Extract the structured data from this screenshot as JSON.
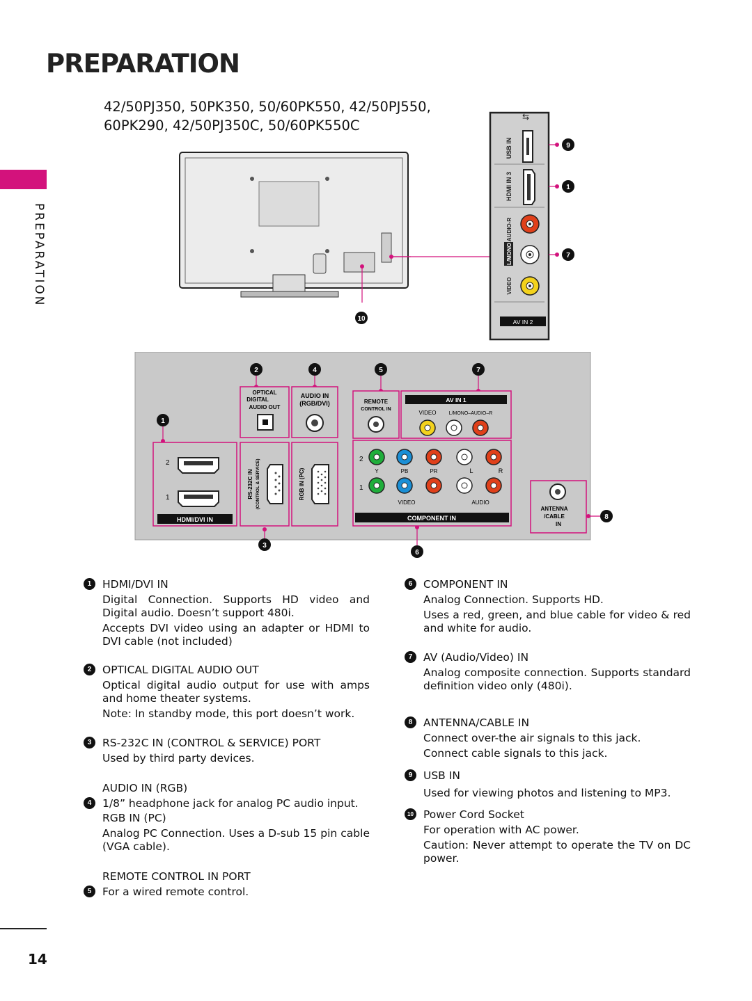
{
  "page": {
    "title": "PREPARATION",
    "models_line1": "42/50PJ350, 50PK350,  50/60PK550, 42/50PJ550,",
    "models_line2": "60PK290, 42/50PJ350C, 50/60PK550C",
    "side_label": "PREPARATION",
    "page_number": "14"
  },
  "side_panel": {
    "usb_label": "USB IN",
    "hdmi_label": "HDMI IN 3",
    "audio_r_label": "AUDIO-R",
    "lmono_label": "L/MONO",
    "video_label": "VIDEO",
    "av_in_label": "AV IN 2",
    "callouts": [
      "9",
      "1",
      "7",
      "10"
    ]
  },
  "rear_panel": {
    "optical_label_1": "OPTICAL",
    "optical_label_2": "DIGITAL",
    "optical_label_3": "AUDIO OUT",
    "audio_in_label_1": "AUDIO IN",
    "audio_in_label_2": "(RGB/DVI)",
    "remote_label_1": "REMOTE",
    "remote_label_2": "CONTROL IN",
    "av_in_label": "AV IN 1",
    "av_video_label": "VIDEO",
    "av_audio_label": "L/MONO–AUDIO–R",
    "hdmi_port_2": "2",
    "hdmi_port_1": "1",
    "hdmi_label": "HDMI/DVI IN",
    "rs232_label_1": "RS-232C IN",
    "rs232_label_2": "(CONTROL & SERVICE)",
    "rgb_label": "RGB IN (PC)",
    "comp_row_2": "2",
    "comp_row_1": "1",
    "comp_y": "Y",
    "comp_pb": "PB",
    "comp_pr": "PR",
    "comp_l": "L",
    "comp_r": "R",
    "comp_video": "VIDEO",
    "comp_audio": "AUDIO",
    "component_label": "COMPONENT IN",
    "antenna_label_1": "ANTENNA",
    "antenna_label_2": "/CABLE",
    "antenna_label_3": "IN",
    "callouts": [
      "2",
      "4",
      "5",
      "7",
      "1",
      "3",
      "6",
      "8"
    ]
  },
  "colors": {
    "accent": "#d3127c",
    "panel_gray": "#c9c9c9",
    "black_band": "#111111",
    "jack_red": "#e0401a",
    "jack_green": "#1fae3b",
    "jack_blue": "#1a8fd6",
    "jack_yellow": "#f3d21d"
  },
  "descriptions": {
    "hdmi": {
      "num": "1",
      "head": "HDMI/DVI IN",
      "p1": "Digital Connection. Supports HD video and Digital audio. Doesn’t support 480i.",
      "p2": "Accepts DVI video using an adapter or HDMI to DVI cable (not included)"
    },
    "optical": {
      "num": "2",
      "head": "OPTICAL DIGITAL AUDIO OUT",
      "p1": "Optical digital audio output for use with amps and home theater systems.",
      "p2": "Note: In standby mode, this port doesn’t work."
    },
    "rs232": {
      "num": "3",
      "head": "RS-232C IN (CONTROL & SERVICE) PORT",
      "p1": "Used by third party devices."
    },
    "audio_rgb": {
      "num": "4",
      "head": "AUDIO IN (RGB)",
      "p1": "1/8” headphone jack for analog PC audio input.",
      "head2": "RGB IN (PC)",
      "p2": "Analog PC Connection. Uses a D-sub 15 pin cable (VGA cable)."
    },
    "remote": {
      "num": "5",
      "head": "REMOTE CONTROL IN PORT",
      "p1": "For a wired remote control."
    },
    "component": {
      "num": "6",
      "head": "COMPONENT IN",
      "p1": "Analog Connection. Supports HD.",
      "p2": "Uses a red, green, and blue cable for video & red and white for audio."
    },
    "av": {
      "num": "7",
      "head": "AV (Audio/Video) IN",
      "p1": "Analog composite connection. Supports standard definition video only (480i)."
    },
    "antenna": {
      "num": "8",
      "head": "ANTENNA/CABLE IN",
      "p1": "Connect over-the air signals to this jack.",
      "p2": "Connect cable signals to this jack."
    },
    "usb": {
      "num": "9",
      "head": "USB IN",
      "p1": "Used for viewing photos and listening to MP3."
    },
    "power": {
      "num": "10",
      "head": "Power Cord Socket",
      "p1": "For operation with AC power.",
      "p2": "Caution: Never attempt to operate the TV on DC power."
    }
  }
}
